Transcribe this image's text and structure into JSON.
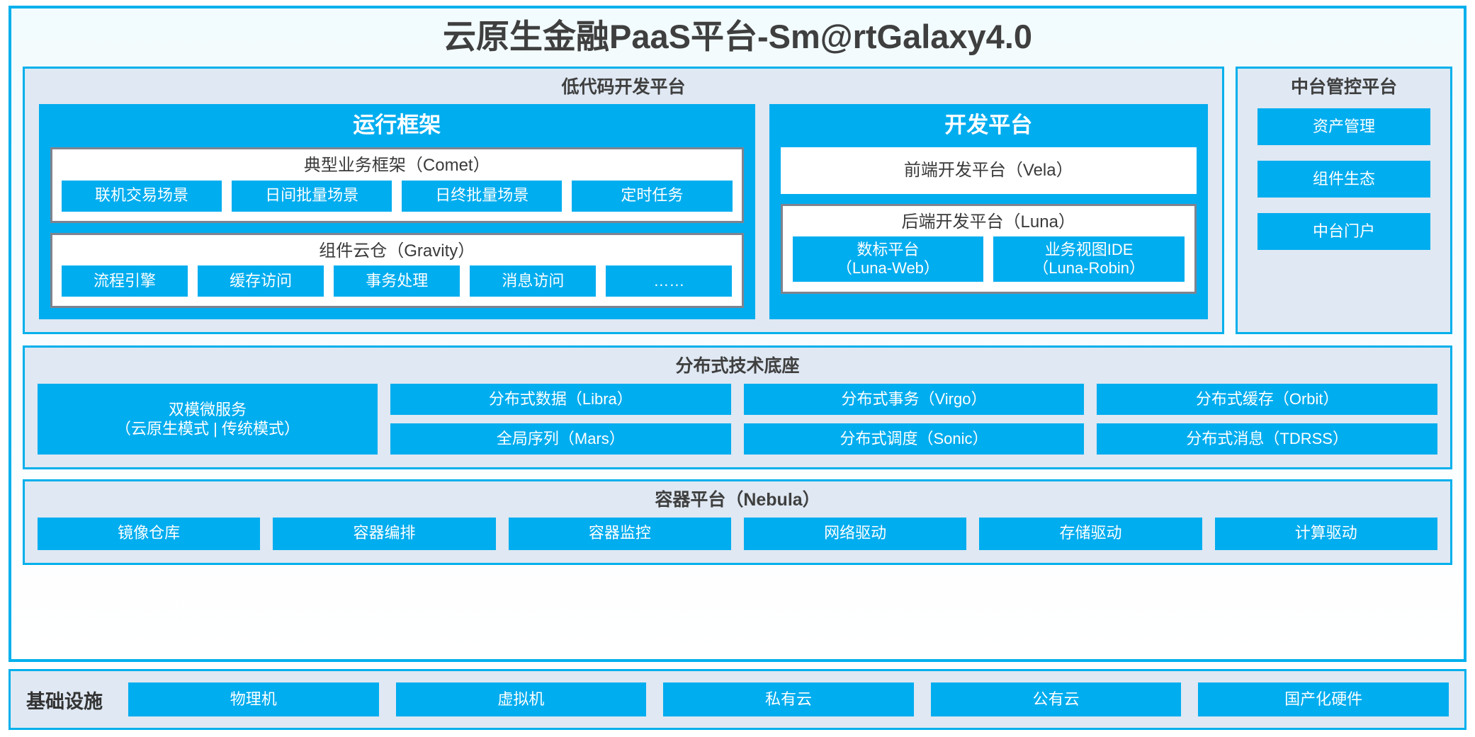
{
  "title": "云原生金融PaaS平台-Sm@rtGalaxy4.0",
  "colors": {
    "accent": "#00ADEF",
    "border": "#00b0ec",
    "panel_bg": "#dfe8f3",
    "card_border": "#7f838f",
    "text": "#3a3a3a"
  },
  "lowcode": {
    "title": "低代码开发平台",
    "runtime": {
      "title": "运行框架",
      "comet": {
        "title": "典型业务框架（Comet）",
        "items": [
          "联机交易场景",
          "日间批量场景",
          "日终批量场景",
          "定时任务"
        ]
      },
      "gravity": {
        "title": "组件云仓（Gravity）",
        "items": [
          "流程引擎",
          "缓存访问",
          "事务处理",
          "消息访问",
          "……"
        ]
      }
    },
    "devplatform": {
      "title": "开发平台",
      "frontend": "前端开发平台（Vela）",
      "backend": {
        "title": "后端开发平台（Luna）",
        "items": [
          {
            "line1": "数标平台",
            "line2": "（Luna-Web）"
          },
          {
            "line1": "业务视图IDE",
            "line2": "（Luna-Robin）"
          }
        ]
      }
    }
  },
  "management": {
    "title": "中台管控平台",
    "items": [
      "资产管理",
      "组件生态",
      "中台门户"
    ]
  },
  "techbase": {
    "title": "分布式技术底座",
    "microservice": {
      "line1": "双模微服务",
      "line2": "（云原生模式 | 传统模式）"
    },
    "columns": [
      [
        "分布式数据（Libra）",
        "全局序列（Mars）"
      ],
      [
        "分布式事务（Virgo）",
        "分布式调度（Sonic）"
      ],
      [
        "分布式缓存（Orbit）",
        "分布式消息（TDRSS）"
      ]
    ]
  },
  "container_platform": {
    "title": "容器平台（Nebula）",
    "items": [
      "镜像仓库",
      "容器编排",
      "容器监控",
      "网络驱动",
      "存储驱动",
      "计算驱动"
    ]
  },
  "infrastructure": {
    "label": "基础设施",
    "items": [
      "物理机",
      "虚拟机",
      "私有云",
      "公有云",
      "国产化硬件"
    ]
  }
}
